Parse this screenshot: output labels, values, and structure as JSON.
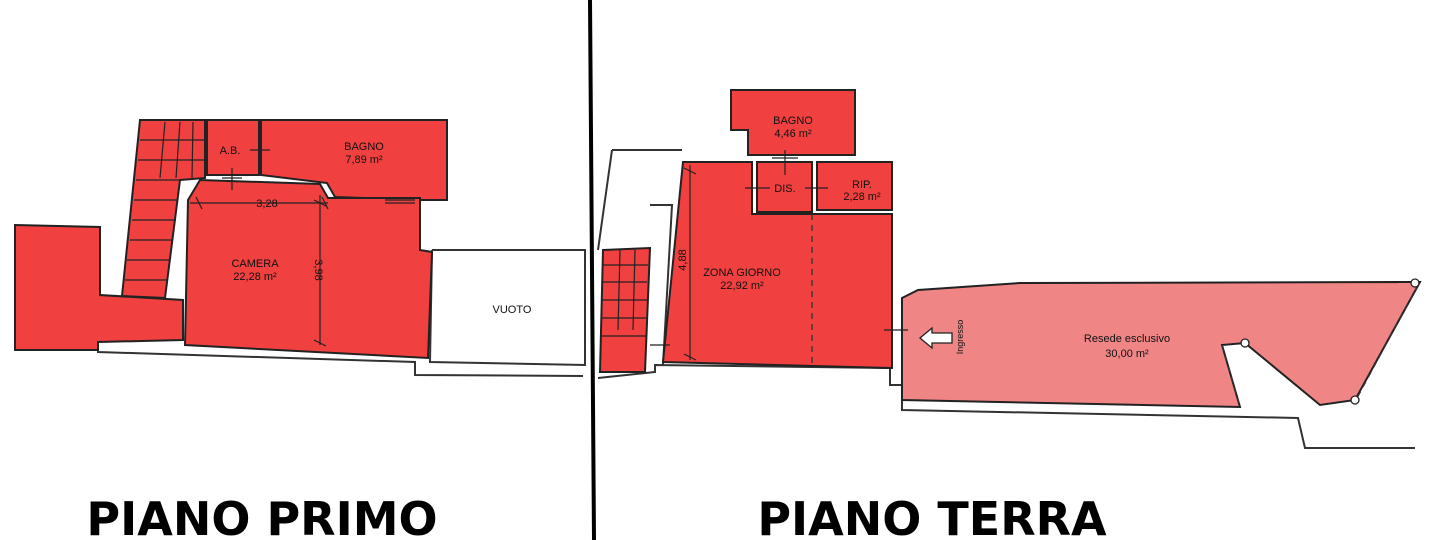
{
  "floors": [
    {
      "title": "PIANO PRIMO"
    },
    {
      "title": "PIANO TERRA"
    }
  ],
  "piano_primo": {
    "rooms": {
      "ab": {
        "name": "A.B."
      },
      "bagno": {
        "name": "BAGNO",
        "area": "7,89 m²"
      },
      "camera": {
        "name": "CAMERA",
        "area": "22,28 m²"
      },
      "vuoto": {
        "name": "VUOTO"
      }
    },
    "dimensions": {
      "width": "3,28",
      "height": "3,98"
    }
  },
  "piano_terra": {
    "rooms": {
      "bagno": {
        "name": "BAGNO",
        "area": "4,46 m²"
      },
      "dis": {
        "name": "DIS."
      },
      "rip": {
        "name": "RIP.",
        "area": "2,28 m²"
      },
      "zona_giorno": {
        "name": "ZONA GIORNO",
        "area": "22,92 m²"
      },
      "resede": {
        "name": "Resede esclusivo",
        "area": "30,00 m²"
      }
    },
    "dimensions": {
      "height": "4,88"
    },
    "entrance": "Ingresso"
  },
  "colors": {
    "room_fill": "#f04040",
    "resede_fill": "#f08585",
    "line": "#222222"
  }
}
